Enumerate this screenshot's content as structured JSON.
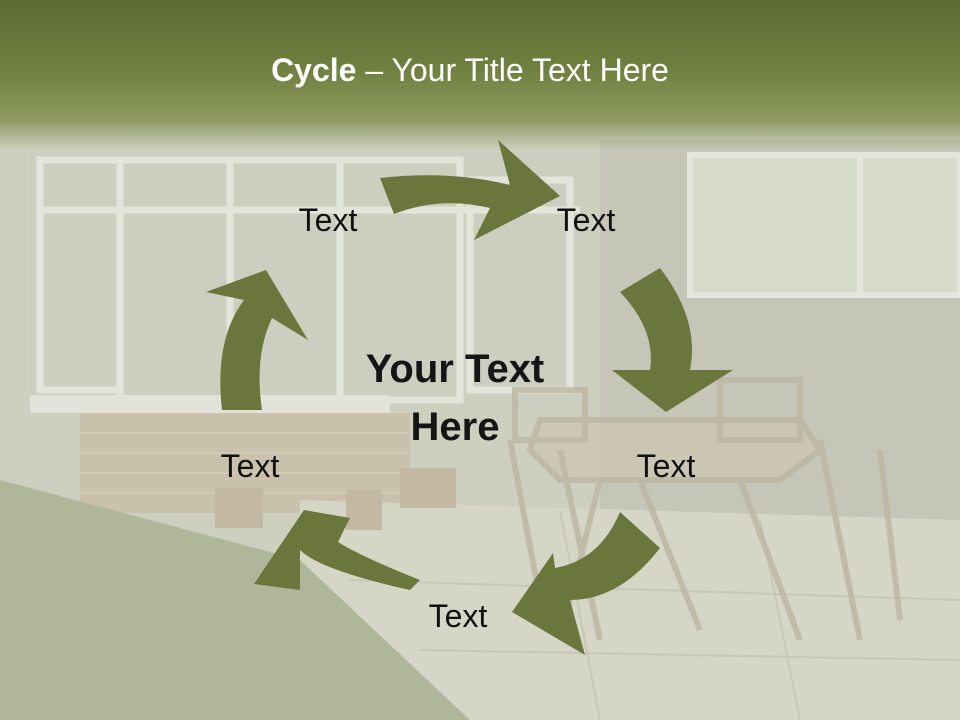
{
  "slide": {
    "title_bold": "Cycle",
    "title_rest": " – Your Title Text Here",
    "center_line1": "Your Text",
    "center_line2": "Here",
    "nodes": [
      "Text",
      "Text",
      "Text",
      "Text",
      "Text"
    ]
  },
  "colors": {
    "title_bar": "#5d6a34",
    "arrow_fill": "#6b763d",
    "title_text": "#ffffff",
    "body_text": "#111111"
  },
  "background_photo": "patio-with-conservatory-and-wooden-table"
}
